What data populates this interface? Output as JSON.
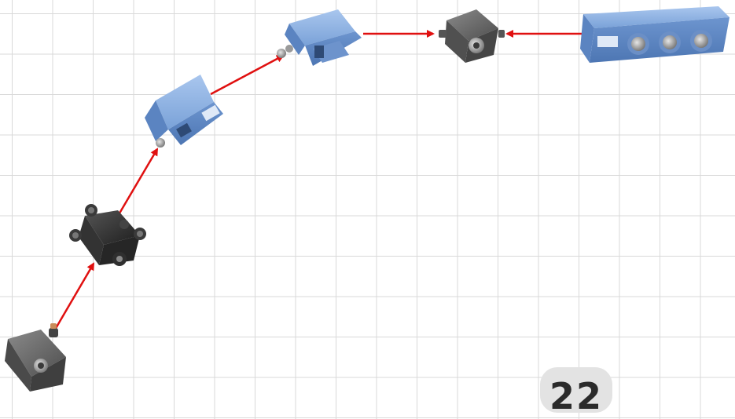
{
  "diagram": {
    "nodes": [
      {
        "id": "gray-cube-start",
        "kind": "connector cube",
        "color": "#5f5f5f"
      },
      {
        "id": "black-hub-cube",
        "kind": "multi-port hub cube",
        "color": "#2f2f2f"
      },
      {
        "id": "blue-angled-module-1",
        "kind": "angled module",
        "color": "#7ea6dc"
      },
      {
        "id": "blue-angled-module-2",
        "kind": "angled module",
        "color": "#7ea6dc"
      },
      {
        "id": "gray-cube-end",
        "kind": "connector cube",
        "color": "#5f5f5f"
      },
      {
        "id": "blue-long-module",
        "kind": "long module with three ports",
        "color": "#7ea6dc"
      }
    ],
    "edges": [
      {
        "from": "gray-cube-start",
        "to": "black-hub-cube"
      },
      {
        "from": "black-hub-cube",
        "to": "blue-angled-module-1"
      },
      {
        "from": "blue-angled-module-1",
        "to": "blue-angled-module-2"
      },
      {
        "from": "blue-angled-module-2",
        "to": "gray-cube-end"
      },
      {
        "from": "blue-long-module",
        "to": "gray-cube-end"
      }
    ],
    "arrow_color": "#e01010"
  },
  "page_badge": {
    "text": "22"
  }
}
